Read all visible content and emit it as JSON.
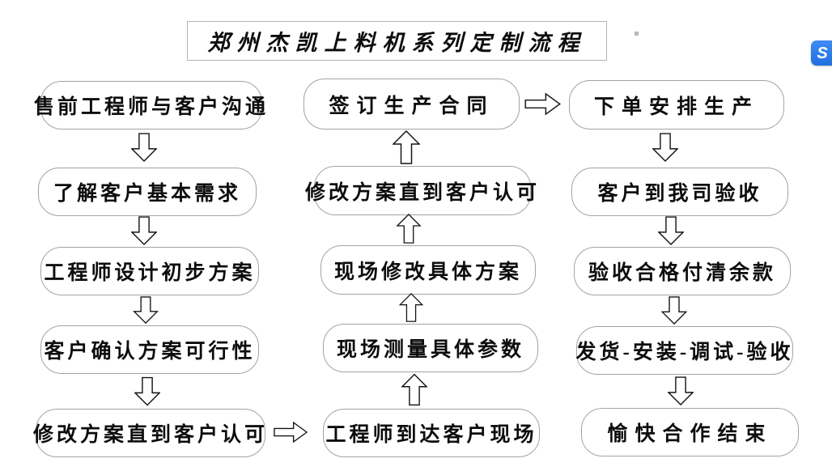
{
  "title": {
    "text": "郑州杰凯上料机系列定制流程"
  },
  "flow": {
    "left": {
      "direction": "down",
      "steps": [
        "售前工程师与客户沟通",
        "了解客户基本需求",
        "工程师设计初步方案",
        "客户确认方案可行性",
        "修改方案直到客户认可"
      ]
    },
    "middle": {
      "direction": "up",
      "steps": [
        "签订生产合同",
        "修改方案直到客户认可",
        "现场修改具体方案",
        "现场测量具体参数",
        "工程师到达客户现场"
      ]
    },
    "right": {
      "direction": "down",
      "steps": [
        "下单安排生产",
        "客户到我司验收",
        "验收合格付清余款",
        "发货-安装-调试-验收",
        "愉快合作结束"
      ]
    },
    "cross_links": [
      "修改方案直到客户认可 → 工程师到达客户现场",
      "签订生产合同 → 下单安排生产"
    ]
  },
  "logo": {
    "glyph": "S",
    "color": "#2b7ce9"
  },
  "colors": {
    "background": "#ffffff",
    "box_border": "#a3a3a3",
    "arrow_outline": "#141414",
    "text": "#0d0d0d"
  }
}
